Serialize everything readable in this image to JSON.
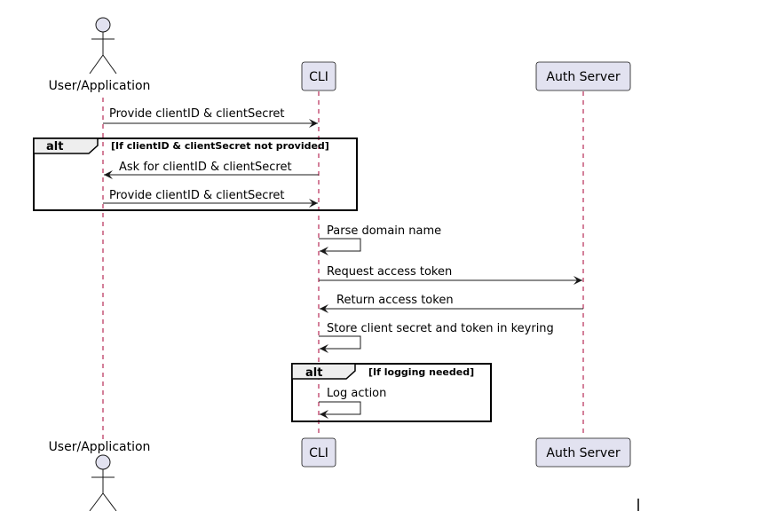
{
  "participants": {
    "user": {
      "label": "User/Application",
      "kind": "actor"
    },
    "cli": {
      "label": "CLI",
      "kind": "participant"
    },
    "auth": {
      "label": "Auth Server",
      "kind": "participant"
    }
  },
  "messages": [
    {
      "from": "user",
      "to": "cli",
      "label": "Provide clientID & clientSecret"
    },
    {
      "from": "cli",
      "to": "user",
      "label": "Ask for clientID & clientSecret"
    },
    {
      "from": "user",
      "to": "cli",
      "label": "Provide clientID & clientSecret"
    },
    {
      "from": "cli",
      "to": "cli",
      "label": "Parse domain name"
    },
    {
      "from": "cli",
      "to": "auth",
      "label": "Request access token"
    },
    {
      "from": "auth",
      "to": "cli",
      "label": "Return access token"
    },
    {
      "from": "cli",
      "to": "cli",
      "label": "Store client secret and token in keyring"
    },
    {
      "from": "cli",
      "to": "cli",
      "label": "Log action"
    }
  ],
  "fragments": [
    {
      "keyword": "alt",
      "guard": "[If clientID & clientSecret not provided]"
    },
    {
      "keyword": "alt",
      "guard": "[If logging needed]"
    }
  ],
  "colors": {
    "participant_fill": "#e2e2f0",
    "lifeline": "#a80036",
    "border": "#181818"
  }
}
